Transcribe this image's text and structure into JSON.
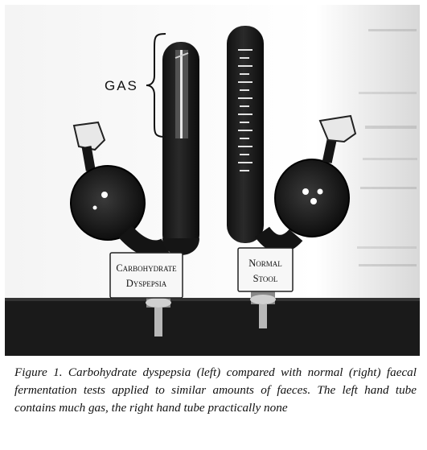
{
  "figure": {
    "gas_label": "GAS",
    "left_card": [
      "Carbohydrate",
      "Dyspepsia"
    ],
    "right_card": [
      "Normal",
      "Stool"
    ],
    "caption": "Figure 1. Carbohydrate dyspepsia (left) compared with normal (right) faecal fermentation tests applied to similar amounts of faeces. The left hand tube contains much gas, the right hand tube practically none"
  }
}
